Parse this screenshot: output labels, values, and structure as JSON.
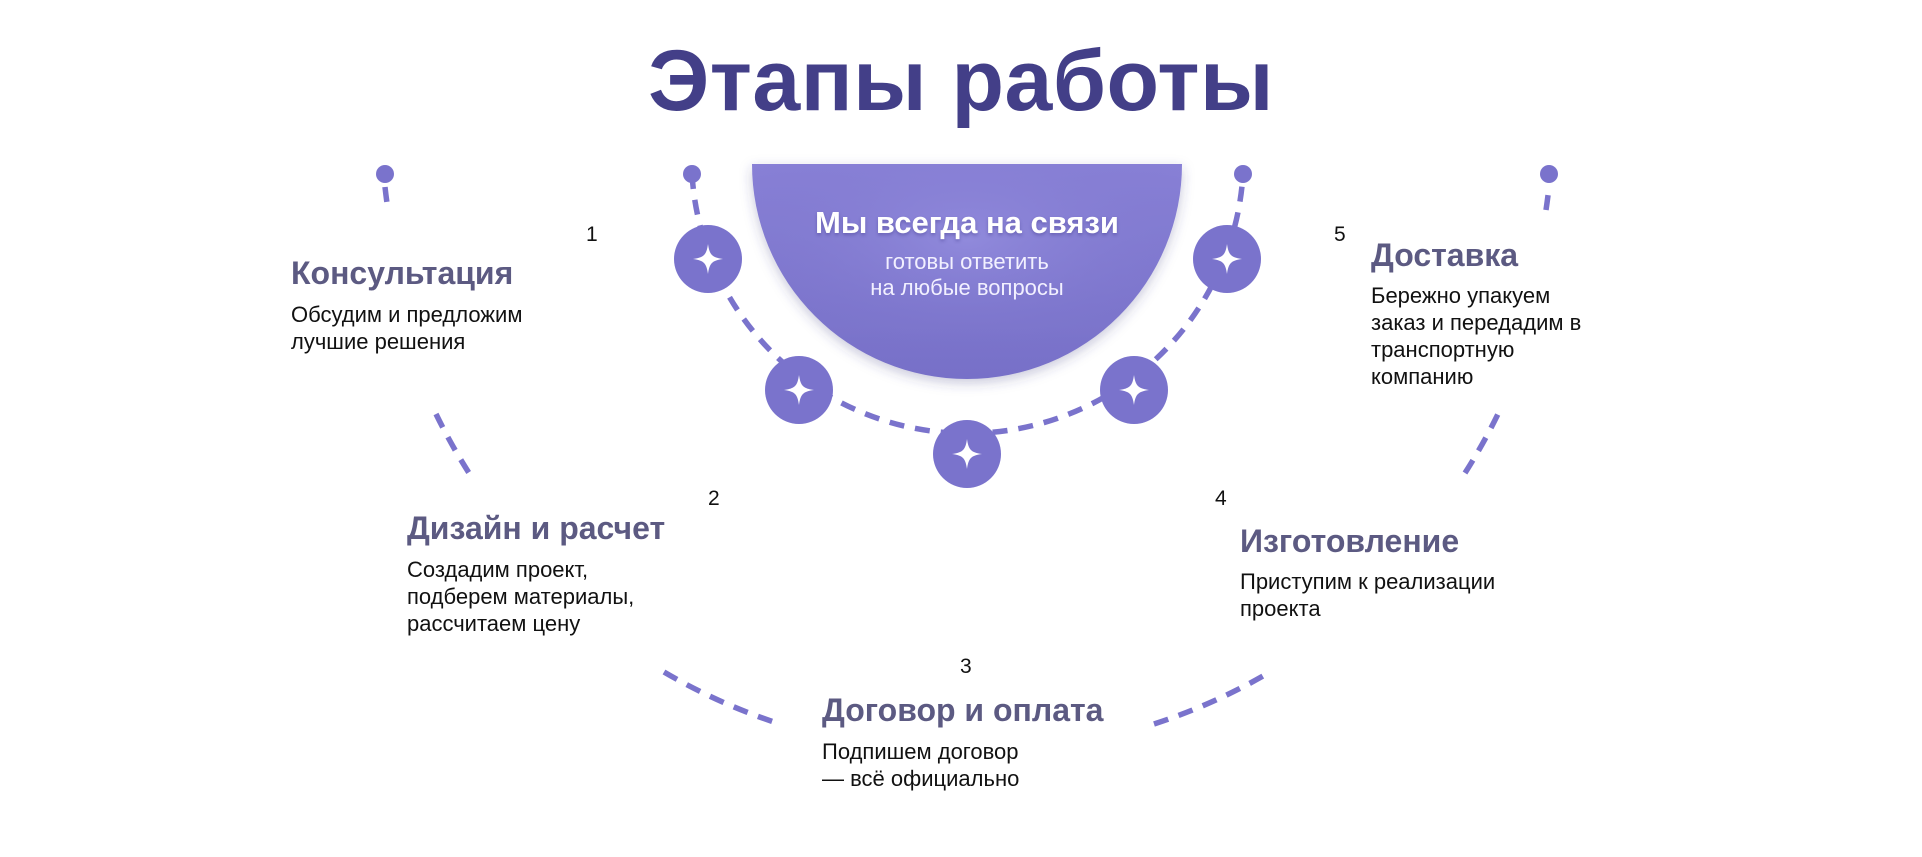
{
  "title": "Этапы работы",
  "contact": {
    "title": "Мы всегда на связи",
    "subtitle_line1": "готовы ответить",
    "subtitle_line2": "на любые вопросы"
  },
  "colors": {
    "title": "#433f88",
    "accent": "#7a73cc",
    "step_title": "#5c5a82",
    "text": "#111111"
  },
  "steps": [
    {
      "number": "1",
      "title": "Консультация",
      "description": "Обсудим и предложим\nлучшие решения"
    },
    {
      "number": "2",
      "title": "Дизайн и расчет",
      "description": "Создадим проект,\nподберем материалы,\nрассчитаем цену"
    },
    {
      "number": "3",
      "title": "Договор и оплата",
      "description": "Подпишем договор\n— всё официально"
    },
    {
      "number": "4",
      "title": "Изготовление",
      "description": "Приступим к реализации\nпроекта"
    },
    {
      "number": "5",
      "title": "Доставка",
      "description": "Бережно упакуем\nзаказ и передадим в\nтранспортную\nкомпанию"
    }
  ],
  "icons": [
    "sparkle-icon"
  ]
}
